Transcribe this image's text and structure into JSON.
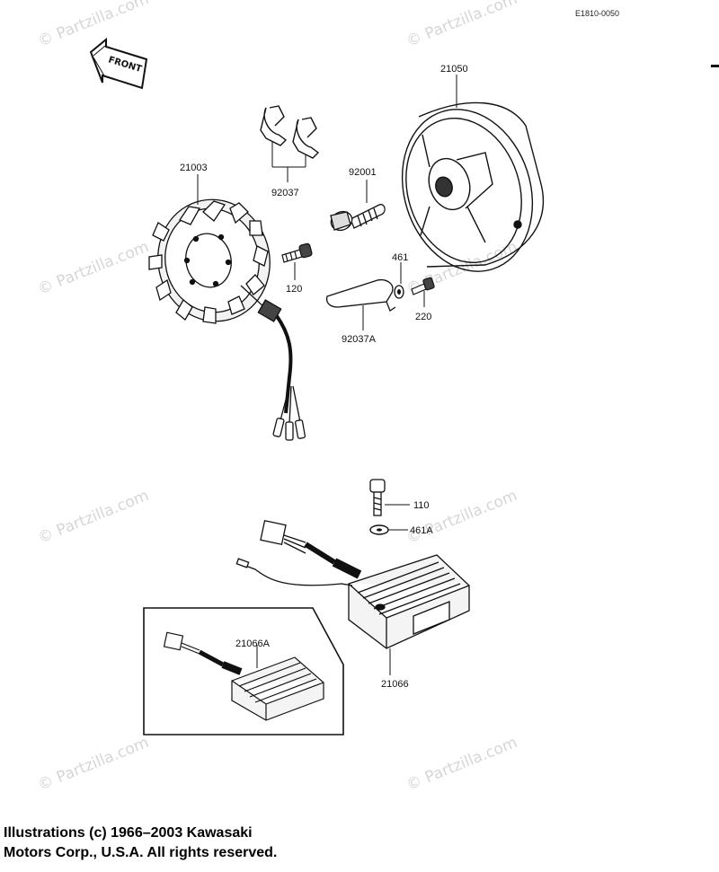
{
  "diagram_code": "E1810-0050",
  "front_label": "FRONT",
  "watermark": "© Partzilla.com",
  "parts": {
    "p21050": "21050",
    "p92037": "92037",
    "p21003": "21003",
    "p92001": "92001",
    "p120": "120",
    "p461": "461",
    "p220": "220",
    "p92037A": "92037A",
    "p110": "110",
    "p461A": "461A",
    "p21066A": "21066A",
    "p21066": "21066"
  },
  "copyright": {
    "line1": "Illustrations (c) 1966–2003 Kawasaki",
    "line2": "Motors Corp., U.S.A.  All rights reserved."
  }
}
